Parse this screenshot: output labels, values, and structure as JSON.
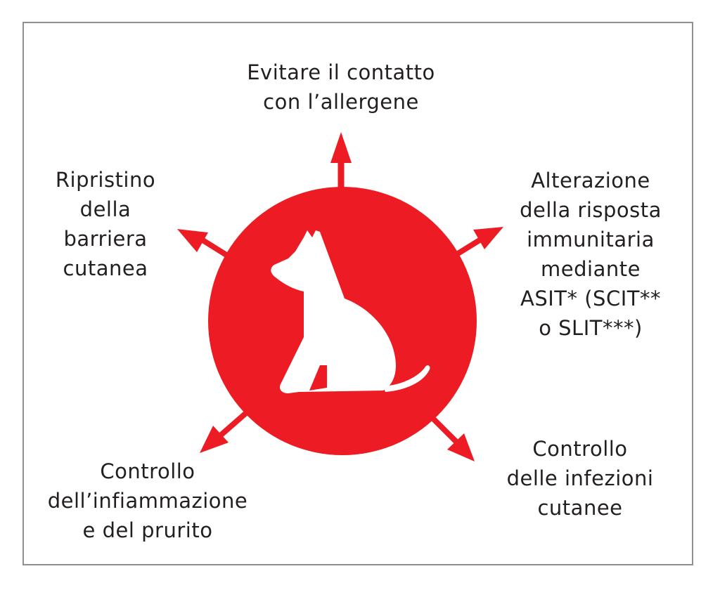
{
  "diagram": {
    "type": "radial",
    "center": {
      "icon": "sitting-dog-icon",
      "color": "#ed1c24"
    },
    "accent_color": "#ed1c24",
    "text_color": "#231f20",
    "border_color": "#8f8f8f",
    "items": [
      {
        "id": "top",
        "lines": [
          "Evitare il contatto",
          "con l’allergene"
        ]
      },
      {
        "id": "upper-left",
        "lines": [
          "Ripristino",
          "della",
          "barriera",
          "cutanea"
        ]
      },
      {
        "id": "upper-right",
        "lines": [
          "Alterazione",
          "della risposta",
          "immunitaria",
          "mediante",
          "ASIT* (SCIT**",
          "o SLIT***)"
        ]
      },
      {
        "id": "lower-left",
        "lines": [
          "Controllo",
          "dell’infiammazione",
          "e del prurito"
        ]
      },
      {
        "id": "lower-right",
        "lines": [
          "Controllo",
          "delle infezioni",
          "cutanee"
        ]
      }
    ]
  }
}
